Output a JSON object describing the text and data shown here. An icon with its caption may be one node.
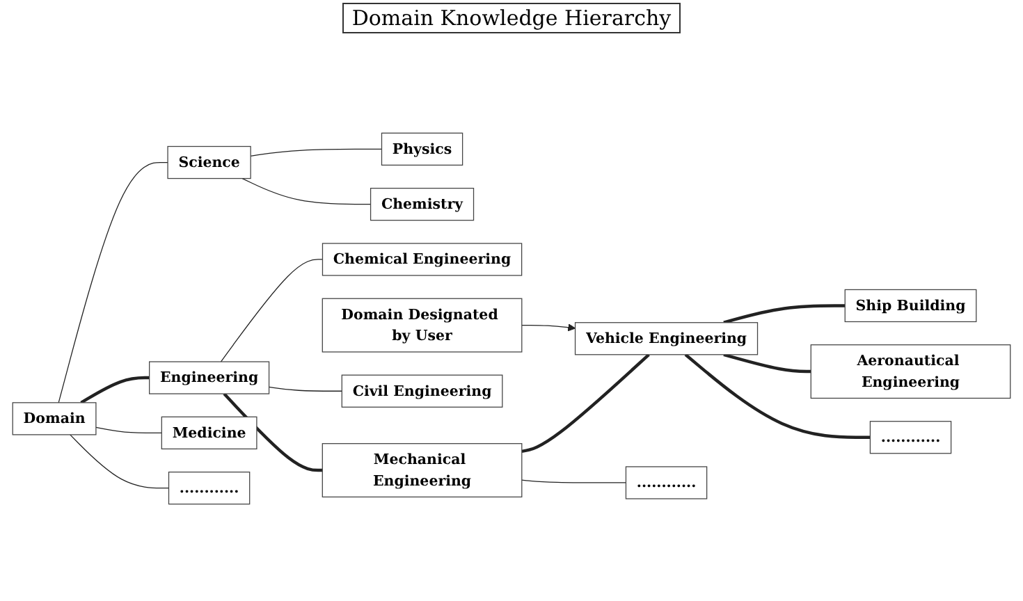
{
  "diagram": {
    "title": "Domain Knowledge Hierarchy",
    "nodes": [
      {
        "text": [
          "Domain"
        ]
      },
      {
        "text": [
          "Science"
        ]
      },
      {
        "text": [
          "Physics"
        ]
      },
      {
        "text": [
          "Chemistry"
        ]
      },
      {
        "text": [
          "Engineering"
        ]
      },
      {
        "text": [
          "Chemical Engineering"
        ]
      },
      {
        "text": [
          "Medicine"
        ]
      },
      {
        "text": [
          "............"
        ]
      },
      {
        "text": [
          "Mechanical Engineering"
        ]
      },
      {
        "text": [
          "Civil Engineering"
        ]
      },
      {
        "text": [
          "Vehicle Engineering"
        ]
      },
      {
        "text": [
          "............"
        ]
      },
      {
        "text": [
          "Ship Building"
        ]
      },
      {
        "text": [
          "Aeronautical Engineering"
        ]
      },
      {
        "text": [
          "............"
        ]
      },
      {
        "text": [
          "Domain Designated by User"
        ]
      }
    ],
    "edges": [
      {
        "from": 0,
        "to": 1,
        "arrow": "none"
      },
      {
        "from": 0,
        "to": 4,
        "arrow": "none",
        "style": "thick"
      },
      {
        "from": 0,
        "to": 6,
        "arrow": "none"
      },
      {
        "from": 0,
        "to": 7,
        "arrow": "none"
      },
      {
        "from": 1,
        "to": 2,
        "arrow": "none"
      },
      {
        "from": 1,
        "to": 3,
        "arrow": "none"
      },
      {
        "from": 4,
        "to": 5,
        "arrow": "none"
      },
      {
        "from": 4,
        "to": 8,
        "arrow": "none",
        "style": "thick"
      },
      {
        "from": 4,
        "to": 9,
        "arrow": "none"
      },
      {
        "from": 8,
        "to": 10,
        "arrow": "none",
        "style": "thick"
      },
      {
        "from": 8,
        "to": 11,
        "arrow": "none"
      },
      {
        "from": 10,
        "to": 12,
        "arrow": "none",
        "style": "thick"
      },
      {
        "from": 10,
        "to": 13,
        "arrow": "none",
        "style": "thick"
      },
      {
        "from": 10,
        "to": 14,
        "arrow": "none",
        "style": "thick"
      },
      {
        "from": 15,
        "to": 10,
        "arrow": "to"
      }
    ]
  }
}
